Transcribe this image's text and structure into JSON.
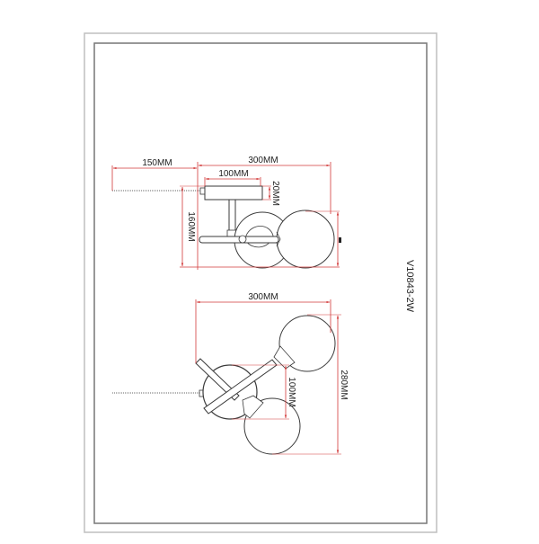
{
  "drawing": {
    "model_code": "V10843-2W",
    "colors": {
      "outline": "#3a3a3a",
      "frame": "#777777",
      "frame_outer": "#bfbfbf",
      "dimension": "#d23a3a",
      "cable": "#9a9a9a",
      "text": "#222222"
    },
    "top_view": {
      "dimensions": {
        "cable_length": "150MM",
        "overall_width": "300MM",
        "canopy_width": "100MM",
        "canopy_height": "20MM",
        "overall_height": "160MM"
      }
    },
    "bottom_view": {
      "dimensions": {
        "overall_width": "300MM",
        "globe_offset": "100MM",
        "overall_depth": "280MM"
      }
    }
  }
}
